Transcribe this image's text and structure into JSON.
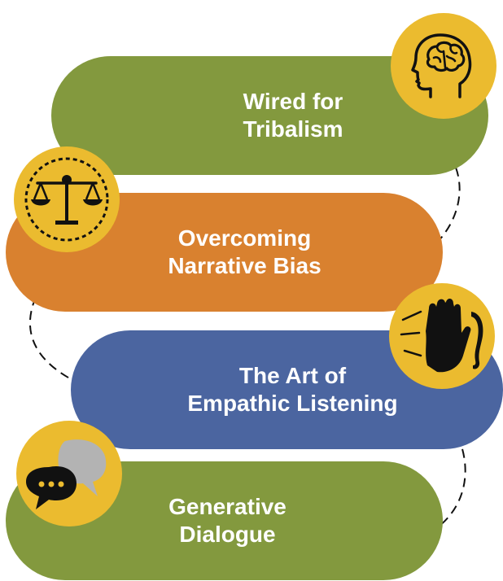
{
  "colors": {
    "green": "#83993e",
    "orange": "#d9812f",
    "blue": "#4b65a0",
    "badge": "#ebbb2f",
    "icon_ink": "#111111",
    "gray_bubble": "#b3b3b3",
    "text": "#ffffff",
    "connector": "#111111"
  },
  "steps": [
    {
      "line1": "Wired for",
      "line2": "Tribalism",
      "color": "#83993e",
      "icon": "brain-head-icon"
    },
    {
      "line1": "Overcoming",
      "line2": "Narrative Bias",
      "color": "#d9812f",
      "icon": "balance-scale-icon"
    },
    {
      "line1": "The Art of",
      "line2": "Empathic Listening",
      "color": "#4b65a0",
      "icon": "hand-ear-icon"
    },
    {
      "line1": "Generative",
      "line2": "Dialogue",
      "color": "#83993e",
      "icon": "speech-bubbles-icon"
    }
  ]
}
